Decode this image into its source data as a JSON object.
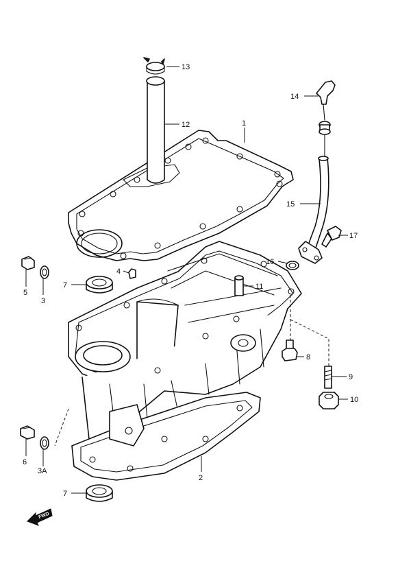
{
  "callouts": {
    "c1": "1",
    "c2": "2",
    "c3": "3",
    "c3a": "3A",
    "c4": "4",
    "c5": "5",
    "c6": "6",
    "c7a": "7",
    "c7b": "7",
    "c8": "8",
    "c9": "9",
    "c10": "10",
    "c11": "11",
    "c12": "12",
    "c13": "13",
    "c14": "14",
    "c15": "15",
    "c16": "16",
    "c17": "17"
  },
  "fwd_badge": {
    "label": "FWD"
  },
  "colors": {
    "line": "#111111",
    "background": "#ffffff"
  },
  "icons": {
    "direction": "arrow-fwd-icon"
  }
}
